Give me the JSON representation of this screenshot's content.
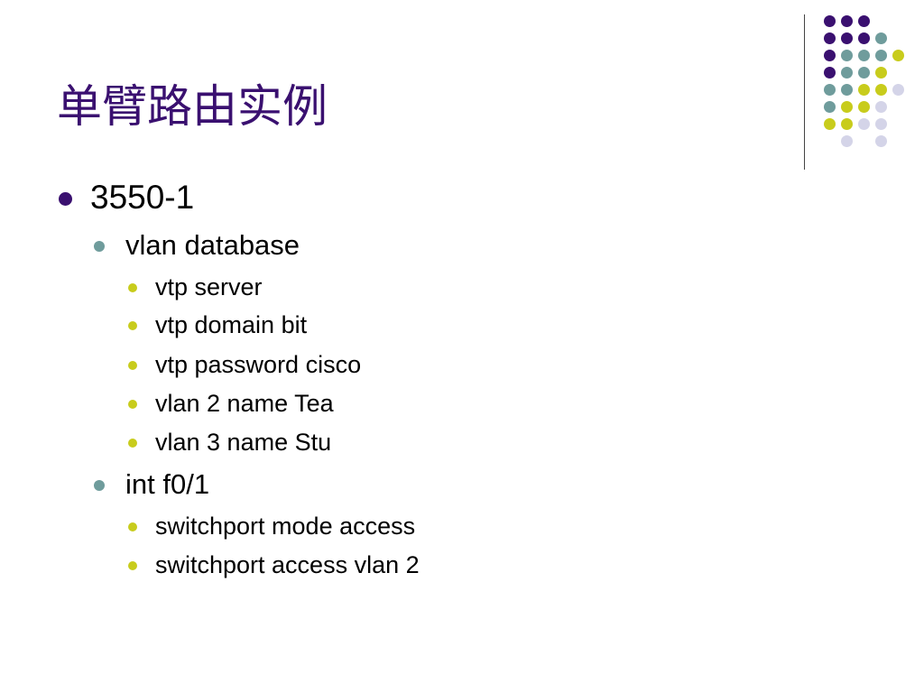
{
  "slide": {
    "title": "单臂路由实例",
    "colors": {
      "title": "#3a1070",
      "purple": "#3a1070",
      "teal": "#6f9c9c",
      "yellow": "#c8cc1c",
      "lavender": "#d4d4e8"
    },
    "bullets": [
      {
        "level": 1,
        "text": "3550-1"
      },
      {
        "level": 2,
        "text": "vlan database"
      },
      {
        "level": 3,
        "text": "vtp server"
      },
      {
        "level": 3,
        "text": "vtp domain bit"
      },
      {
        "level": 3,
        "text": "vtp password cisco"
      },
      {
        "level": 3,
        "text": "vlan 2 name Tea"
      },
      {
        "level": 3,
        "text": "vlan 3 name Stu"
      },
      {
        "level": 2,
        "text": "int f0/1"
      },
      {
        "level": 3,
        "text": "switchport mode access"
      },
      {
        "level": 3,
        "text": "switchport access vlan 2"
      }
    ]
  }
}
